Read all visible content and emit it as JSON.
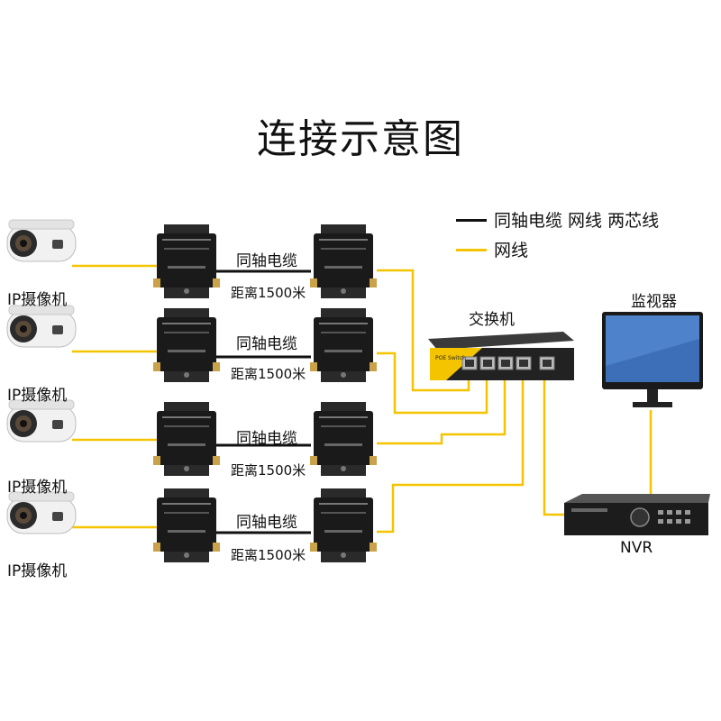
{
  "title": "连接示意图",
  "legend": [
    {
      "label": "同轴电缆  网线  两芯线",
      "color": "#111111"
    },
    {
      "label": "网线",
      "color": "#f5c400"
    }
  ],
  "rows": [
    {
      "camera_label": "IP摄像机",
      "coax_label": "同轴电缆",
      "distance_label": "距离1500米"
    },
    {
      "camera_label": "IP摄像机",
      "coax_label": "同轴电缆",
      "distance_label": "距离1500米"
    },
    {
      "camera_label": "IP摄像机",
      "coax_label": "同轴电缆",
      "distance_label": "距离1500米"
    },
    {
      "camera_label": "IP摄像机",
      "coax_label": "同轴电缆",
      "distance_label": "距离1500米"
    }
  ],
  "switch": {
    "label": "交换机",
    "badge": "POE Switch"
  },
  "monitor": {
    "label": "监视器"
  },
  "nvr": {
    "label": "NVR"
  },
  "colors": {
    "coax": "#111111",
    "network": "#f5c400"
  }
}
